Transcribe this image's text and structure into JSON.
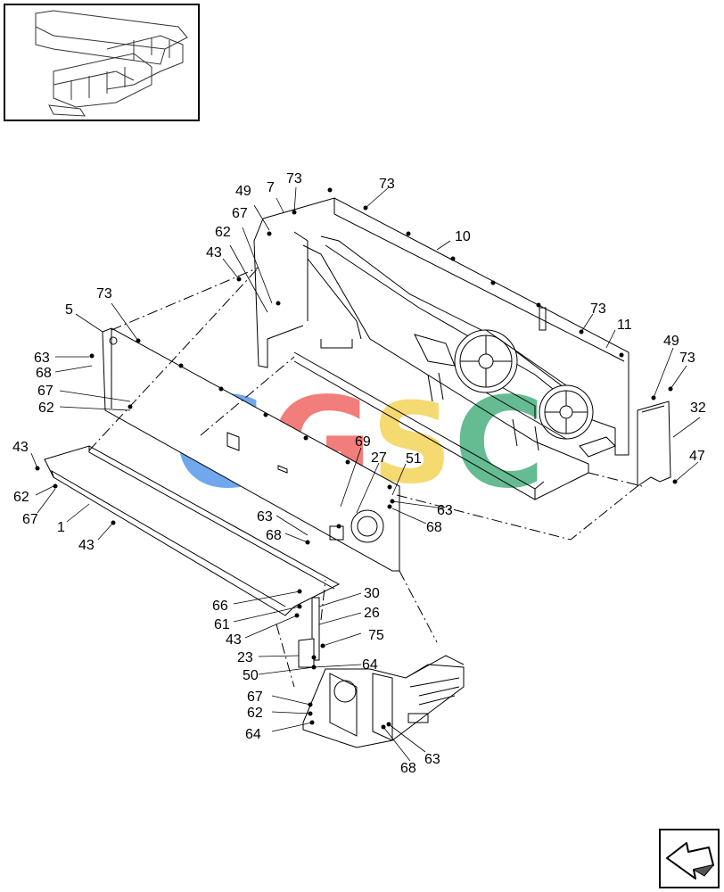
{
  "watermark": {
    "letters": [
      "C",
      "G",
      "S",
      "C"
    ],
    "colors": [
      "#4a8fe8",
      "#ee5a55",
      "#f3cf4a",
      "#3aa874"
    ]
  },
  "callouts": [
    "73",
    "7",
    "49",
    "73",
    "67",
    "10",
    "62",
    "43",
    "73",
    "5",
    "73",
    "11",
    "49",
    "73",
    "63",
    "68",
    "67",
    "62",
    "32",
    "43",
    "69",
    "27",
    "51",
    "62",
    "67",
    "63",
    "1",
    "63",
    "68",
    "68",
    "47",
    "43",
    "30",
    "66",
    "26",
    "61",
    "43",
    "75",
    "23",
    "64",
    "50",
    "67",
    "62",
    "64",
    "68",
    "63"
  ],
  "icons": {
    "thumbnail": "machine-overview-thumbnail",
    "nav": "previous-page-arrow-icon"
  }
}
